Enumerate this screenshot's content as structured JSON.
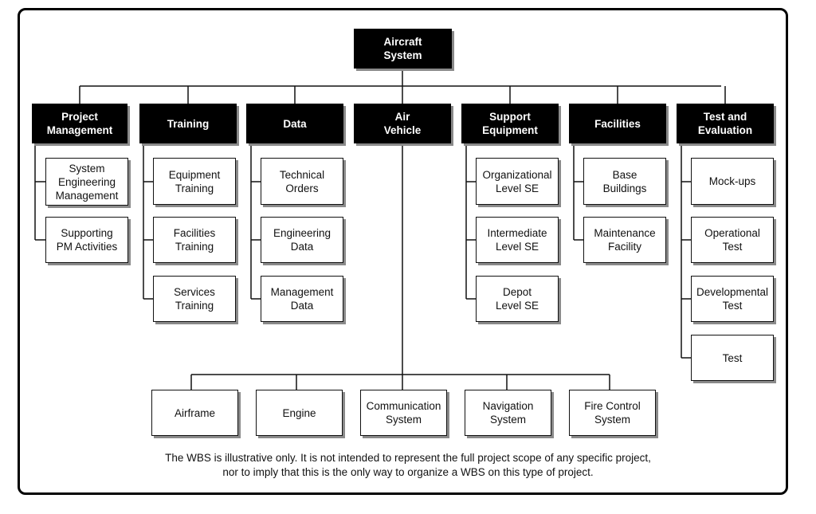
{
  "root": {
    "label": "Aircraft\nSystem"
  },
  "categories": [
    {
      "label": "Project\nManagement",
      "children": [
        "System\nEngineering\nManagement",
        "Supporting\nPM Activities"
      ]
    },
    {
      "label": "Training",
      "children": [
        "Equipment\nTraining",
        "Facilities\nTraining",
        "Services\nTraining"
      ]
    },
    {
      "label": "Data",
      "children": [
        "Technical\nOrders",
        "Engineering\nData",
        "Management\nData"
      ]
    },
    {
      "label": "Air\nVehicle",
      "children": [
        "Airframe",
        "Engine",
        "Communication\nSystem",
        "Navigation\nSystem",
        "Fire Control\nSystem"
      ]
    },
    {
      "label": "Support\nEquipment",
      "children": [
        "Organizational\nLevel SE",
        "Intermediate\nLevel SE",
        "Depot\nLevel SE"
      ]
    },
    {
      "label": "Facilities",
      "children": [
        "Base\nBuildings",
        "Maintenance\nFacility"
      ]
    },
    {
      "label": "Test and\nEvaluation",
      "children": [
        "Mock-ups",
        "Operational\nTest",
        "Developmental\nTest",
        "Test"
      ]
    }
  ],
  "footnote": {
    "line1": "The WBS is illustrative only. It is not intended to represent the full project scope of any specific project,",
    "line2": "nor to imply that this is the only way to organize a WBS on this type of project."
  }
}
